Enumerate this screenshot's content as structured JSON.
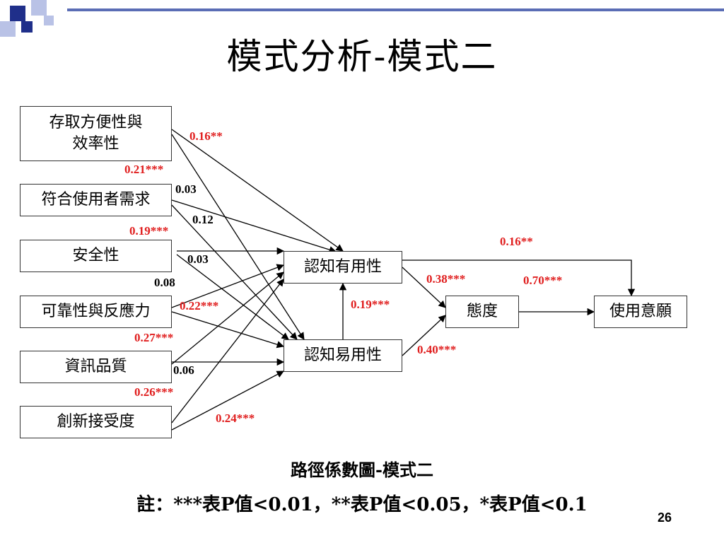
{
  "slide": {
    "title": "模式分析-模式二",
    "caption": "路徑係數圖-模式二",
    "note": "註：***表P值<0.01，**表P值<0.05，*表P值<0.1",
    "page_number": "26"
  },
  "colors": {
    "accent": "#5a6db5",
    "decor_dark": "#1f2f8a",
    "decor_light": "#b9c2e6",
    "significant": "#e01e1e"
  },
  "nodes": {
    "access_efficiency": "存取方便性與\n效率性",
    "user_needs": "符合使用者需求",
    "security": "安全性",
    "reliability": "可靠性與反應力",
    "info_quality": "資訊品質",
    "innovation": "創新接受度",
    "usefulness": "認知有用性",
    "ease_of_use": "認知易用性",
    "attitude": "態度",
    "intention": "使用意願"
  },
  "paths": [
    {
      "from": "access_efficiency",
      "to": "usefulness",
      "coef": "0.16**",
      "significant": true
    },
    {
      "from": "access_efficiency",
      "to": "ease_of_use",
      "coef": "0.21***",
      "significant": true
    },
    {
      "from": "user_needs",
      "to": "usefulness",
      "coef": "0.03",
      "significant": false
    },
    {
      "from": "user_needs",
      "to": "ease_of_use",
      "coef": "0.12",
      "significant": false
    },
    {
      "from": "security",
      "to": "usefulness",
      "coef": "0.19***",
      "significant": true
    },
    {
      "from": "security",
      "to": "ease_of_use",
      "coef": "0.03",
      "significant": false
    },
    {
      "from": "reliability",
      "to": "usefulness",
      "coef": "0.08",
      "significant": false
    },
    {
      "from": "reliability",
      "to": "ease_of_use",
      "coef": "0.22***",
      "significant": true
    },
    {
      "from": "info_quality",
      "to": "usefulness",
      "coef": "0.27***",
      "significant": true
    },
    {
      "from": "info_quality",
      "to": "ease_of_use",
      "coef": "0.06",
      "significant": false
    },
    {
      "from": "innovation",
      "to": "usefulness",
      "coef": "0.26***",
      "significant": true
    },
    {
      "from": "innovation",
      "to": "ease_of_use",
      "coef": "0.24***",
      "significant": true
    },
    {
      "from": "ease_of_use",
      "to": "usefulness",
      "coef": "0.19***",
      "significant": true
    },
    {
      "from": "usefulness",
      "to": "attitude",
      "coef": "0.38***",
      "significant": true
    },
    {
      "from": "ease_of_use",
      "to": "attitude",
      "coef": "0.40***",
      "significant": true
    },
    {
      "from": "usefulness",
      "to": "intention",
      "coef": "0.16**",
      "significant": true
    },
    {
      "from": "attitude",
      "to": "intention",
      "coef": "0.70***",
      "significant": true
    }
  ]
}
